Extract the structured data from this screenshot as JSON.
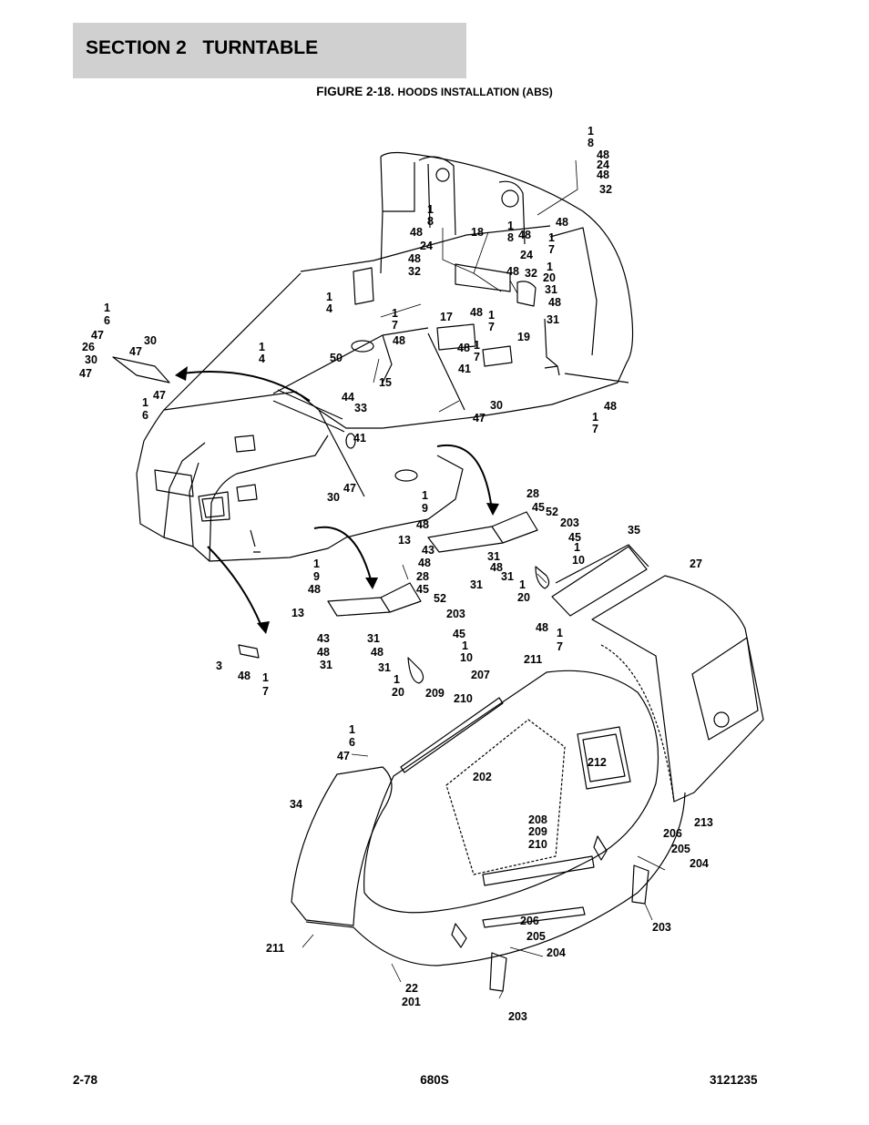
{
  "header": {
    "section_title": "SECTION 2   TURNTABLE"
  },
  "figure": {
    "title_prefix": "FIGURE 2-18.",
    "title_main": "HOODS INSTALLATION (ABS)"
  },
  "callouts": [
    "1",
    "8",
    "48",
    "24",
    "48",
    "32",
    "1",
    "8",
    "48",
    "24",
    "48",
    "32",
    "18",
    "1",
    "8",
    "48",
    "48",
    "24",
    "48",
    "32",
    "1",
    "7",
    "1",
    "20",
    "31",
    "48",
    "31",
    "17",
    "48",
    "1",
    "7",
    "19",
    "48",
    "1",
    "7",
    "1",
    "6",
    "47",
    "26",
    "47",
    "30",
    "30",
    "47",
    "47",
    "1",
    "6",
    "1",
    "4",
    "1",
    "4",
    "50",
    "1",
    "7",
    "48",
    "15",
    "41",
    "44",
    "33",
    "30",
    "47",
    "41",
    "48",
    "1",
    "7",
    "30",
    "47",
    "1",
    "9",
    "48",
    "28",
    "45",
    "52",
    "203",
    "45",
    "1",
    "10",
    "13",
    "43",
    "48",
    "31",
    "31",
    "48",
    "31",
    "1",
    "20",
    "35",
    "27",
    "1",
    "9",
    "48",
    "28",
    "45",
    "52",
    "13",
    "203",
    "45",
    "1",
    "10",
    "43",
    "48",
    "31",
    "31",
    "48",
    "31",
    "1",
    "20",
    "48",
    "1",
    "7",
    "3",
    "48",
    "1",
    "7",
    "211",
    "207",
    "209",
    "210",
    "1",
    "6",
    "47",
    "202",
    "212",
    "34",
    "213",
    "208",
    "209",
    "210",
    "206",
    "205",
    "204",
    "203",
    "206",
    "205",
    "204",
    "211",
    "22",
    "201",
    "203"
  ],
  "footer": {
    "left": "2-78",
    "center": "680S",
    "right": "3121235"
  }
}
